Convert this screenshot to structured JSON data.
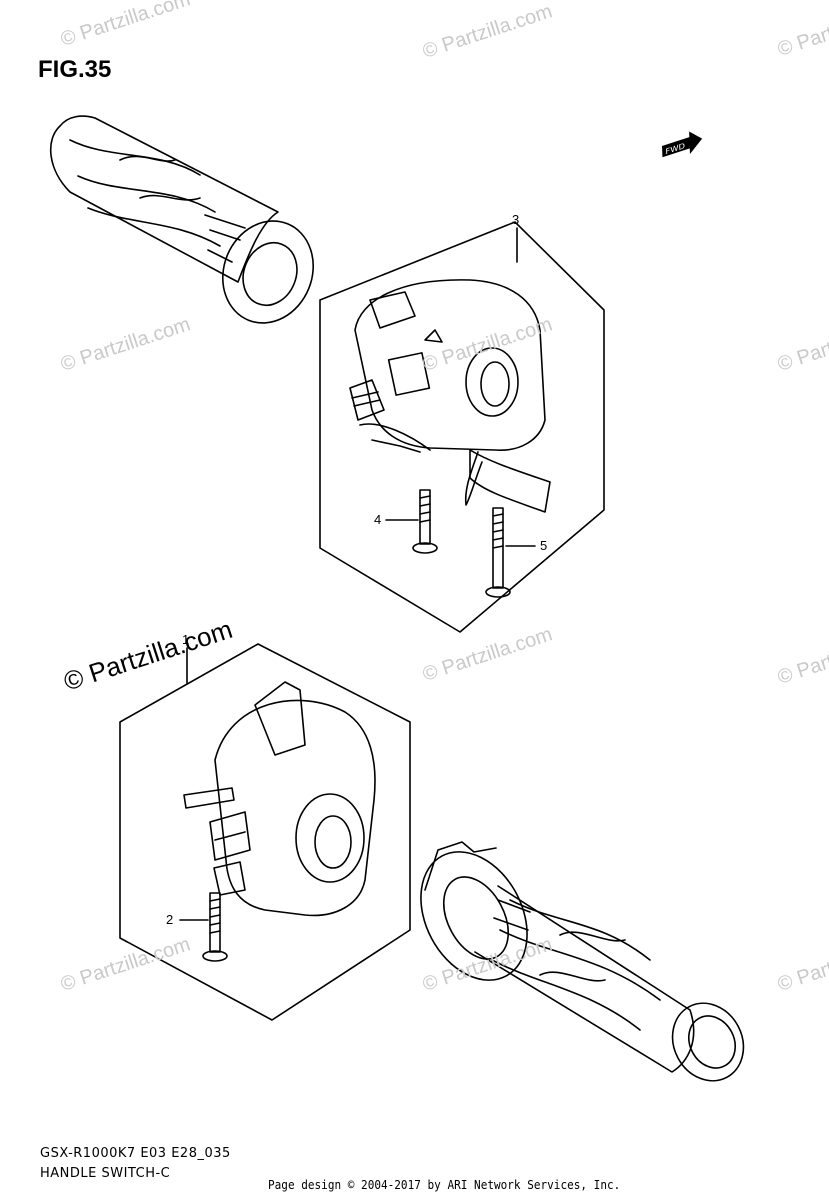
{
  "figure": {
    "title": "FIG.35"
  },
  "callouts": [
    {
      "id": "1",
      "label": "1"
    },
    {
      "id": "2",
      "label": "2"
    },
    {
      "id": "3",
      "label": "3"
    },
    {
      "id": "4",
      "label": "4"
    },
    {
      "id": "5",
      "label": "5"
    }
  ],
  "watermarks": {
    "text": "© Partzilla.com",
    "main": "© Partzilla.com"
  },
  "fwd_badge": {
    "text": "FWD"
  },
  "footer": {
    "model": "GSX-R1000K7 E03 E28_035",
    "name": "HANDLE SWITCH-C",
    "copyright": "Page design © 2004-2017 by ARI Network Services, Inc."
  }
}
